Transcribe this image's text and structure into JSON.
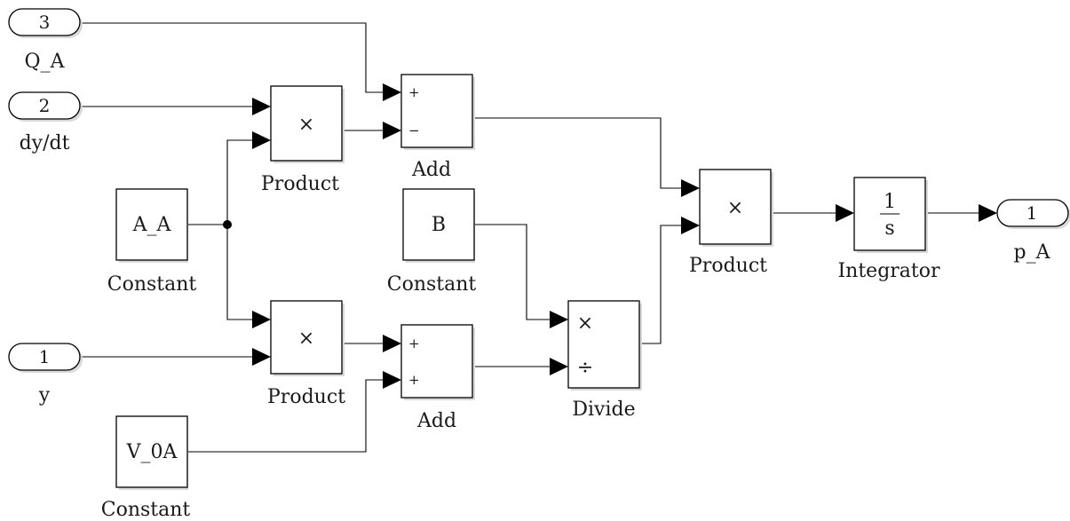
{
  "inports": [
    {
      "number": "3",
      "name": "Q_A"
    },
    {
      "number": "2",
      "name": "dy/dt"
    },
    {
      "number": "1",
      "name": "y"
    }
  ],
  "outports": [
    {
      "number": "1",
      "name": "p_A"
    }
  ],
  "constants": [
    {
      "value": "A_A",
      "name": "Constant"
    },
    {
      "value": "B",
      "name": "Constant"
    },
    {
      "value": "V_0A",
      "name": "Constant"
    }
  ],
  "products": [
    {
      "symbol": "×",
      "name": "Product"
    },
    {
      "symbol": "×",
      "name": "Product"
    },
    {
      "symbol": "×",
      "name": "Product"
    }
  ],
  "adds": [
    {
      "signs": [
        "+",
        "−"
      ],
      "name": "Add"
    },
    {
      "signs": [
        "+",
        "+"
      ],
      "name": "Add"
    }
  ],
  "divide": {
    "mul_symbol": "×",
    "div_symbol": "÷",
    "name": "Divide"
  },
  "integrator": {
    "numerator": "1",
    "denominator": "s",
    "name": "Integrator"
  }
}
